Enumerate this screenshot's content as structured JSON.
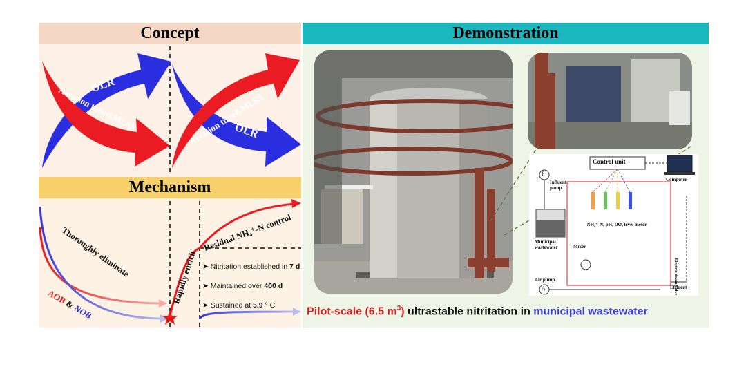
{
  "headers": {
    "concept": "Concept",
    "mechanism": "Mechanism",
    "demonstration": "Demonstration"
  },
  "concept": {
    "olr_label_1": "OLR",
    "olr_label_2": "OLR",
    "aeration_label_1": "Aeration time&MLSS",
    "aeration_label_2": "Aeration time&MLSS"
  },
  "mechanism": {
    "thoroughly_eliminate": "Thoroughly eliminate",
    "rapidly_enrich": "Rapidly enrich",
    "residual_control": "Residual NH₄⁺-N control",
    "aob": "AOB",
    "amp": "&",
    "nob": "NOB",
    "bullets": [
      {
        "prefix": "Nitritation established in ",
        "value": "7 d",
        "suffix": ""
      },
      {
        "prefix": "Maintained over ",
        "value": "400 d",
        "suffix": ""
      },
      {
        "prefix": "Sustained at ",
        "value": "5.9",
        "suffix": " ° C"
      }
    ]
  },
  "schematic": {
    "control_unit": "Control unit",
    "computer": "Computer",
    "influent_pump": "Influent pump",
    "sensors": "NH₄⁺-N, pH, DO, level meter",
    "municipal_wastewater": "Municipal wastewater",
    "mixer": "Mixer",
    "air_pump": "Air pump",
    "electric_drain_valve": "Electric drain valve",
    "effluent": "Effluent",
    "p_symbol": "P",
    "a_symbol": "A"
  },
  "caption": {
    "part1": "Pilot-scale (6.5 m",
    "sup": "3",
    "part2": ")",
    "part3": " ultrastable nitritation in ",
    "part4": "municipal wastewater"
  },
  "colors": {
    "concept_header_bg": "#f4d7c4",
    "concept_panel_bg": "#fdf0e6",
    "mechanism_header_bg": "#f7cf6b",
    "mechanism_panel_bg": "#fdf2e3",
    "demonstration_header_bg": "#1bb7bf",
    "demonstration_panel_bg": "#eef5e6",
    "arrow_red": "#ea1b22",
    "arrow_blue": "#2a2ee0"
  }
}
